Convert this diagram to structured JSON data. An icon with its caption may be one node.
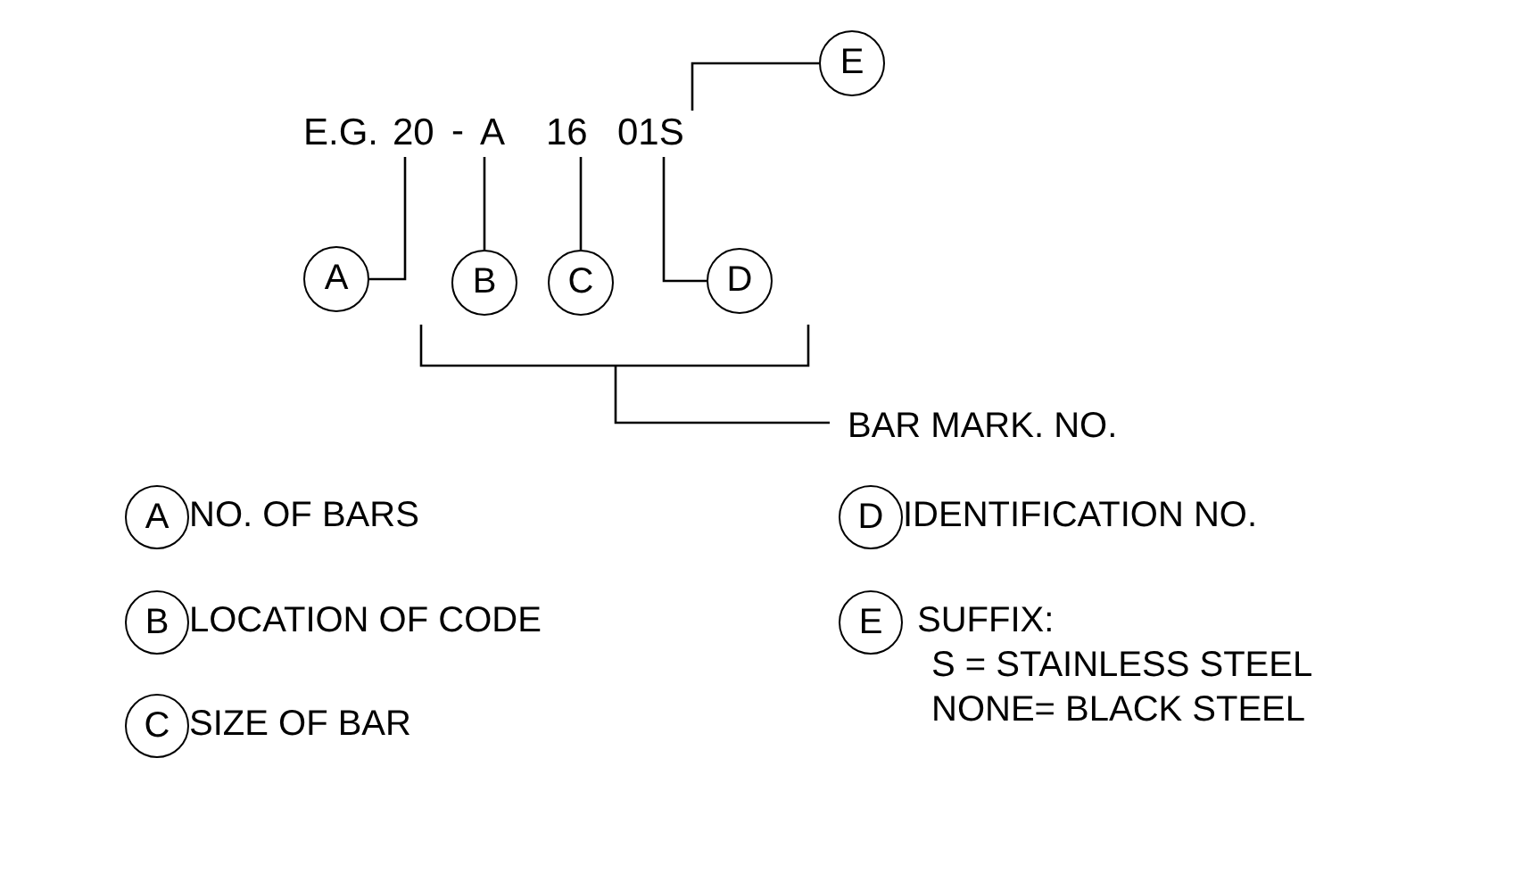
{
  "diagram": {
    "nodes": [
      {
        "text": [
          "20"
        ]
      },
      {
        "text": [
          "A"
        ]
      },
      {
        "text": [
          "16"
        ]
      },
      {
        "text": [
          "01S"
        ]
      },
      {
        "text": [
          "A"
        ]
      },
      {
        "text": [
          "B"
        ]
      },
      {
        "text": [
          "C"
        ]
      },
      {
        "text": [
          "D"
        ]
      },
      {
        "text": [
          "E"
        ]
      },
      {
        "text": [
          "A"
        ],
        "beside": [
          "NO. OF BARS"
        ]
      },
      {
        "text": [
          "B"
        ],
        "beside": [
          "LOCATION OF CODE"
        ]
      },
      {
        "text": [
          "C"
        ],
        "beside": [
          "SIZE OF BAR"
        ]
      },
      {
        "text": [
          "D"
        ],
        "beside": [
          "IDENTIFICATION NO."
        ]
      },
      {
        "text": [
          "E"
        ],
        "beside": [
          "SUFFIX:",
          "S = STAINLESS STEEL",
          "NONE= BLACK STEEL"
        ]
      }
    ],
    "edges": [
      {
        "from": 4,
        "to": 0,
        "arrow": "none"
      },
      {
        "from": 5,
        "to": 1,
        "arrow": "none"
      },
      {
        "from": 6,
        "to": 2,
        "arrow": "none"
      },
      {
        "from": 7,
        "to": 3,
        "arrow": "none"
      },
      {
        "from": 8,
        "to": 3,
        "arrow": "none"
      }
    ],
    "labels": [
      "E.G.",
      "-",
      "BAR MARK. NO."
    ]
  }
}
